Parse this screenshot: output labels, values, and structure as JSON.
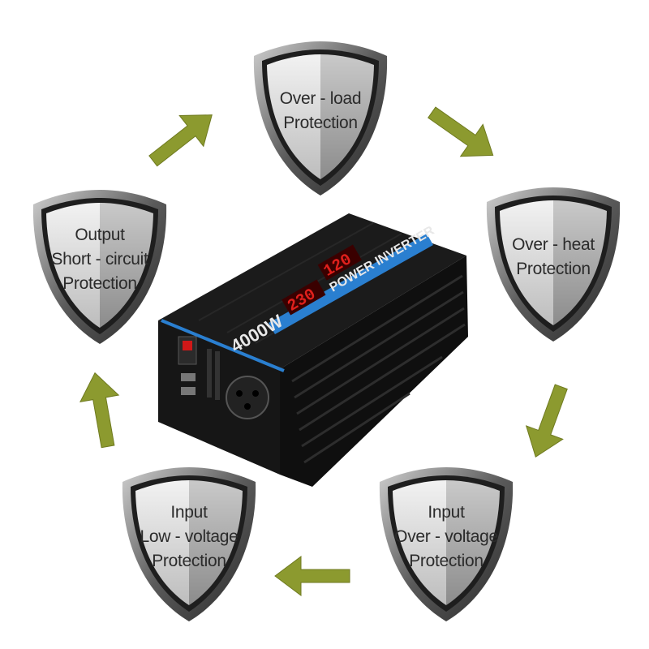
{
  "diagram": {
    "protections": [
      {
        "id": "overload",
        "lines": [
          "Over - load",
          "Protection"
        ]
      },
      {
        "id": "overheat",
        "lines": [
          "Over - heat",
          "Protection"
        ]
      },
      {
        "id": "input-overvoltage",
        "lines": [
          "Input",
          "Over - voltage",
          "Protection"
        ]
      },
      {
        "id": "input-lowvoltage",
        "lines": [
          "Input",
          "Low - voltage",
          "Protection"
        ]
      },
      {
        "id": "output-short",
        "lines": [
          "Output",
          "Short - circuit",
          "Protection"
        ]
      }
    ],
    "device": {
      "label_brand": "POWER INVERTER",
      "label_power": "4000W",
      "display_left": "230",
      "display_right": "120"
    },
    "colors": {
      "arrow": "#8c9a2f",
      "shield_light": "#e6e6e6",
      "shield_dark": "#8a8a8a",
      "device_body": "#141414",
      "display_red": "#e0201c",
      "accent_blue": "#2a7fd0"
    }
  }
}
